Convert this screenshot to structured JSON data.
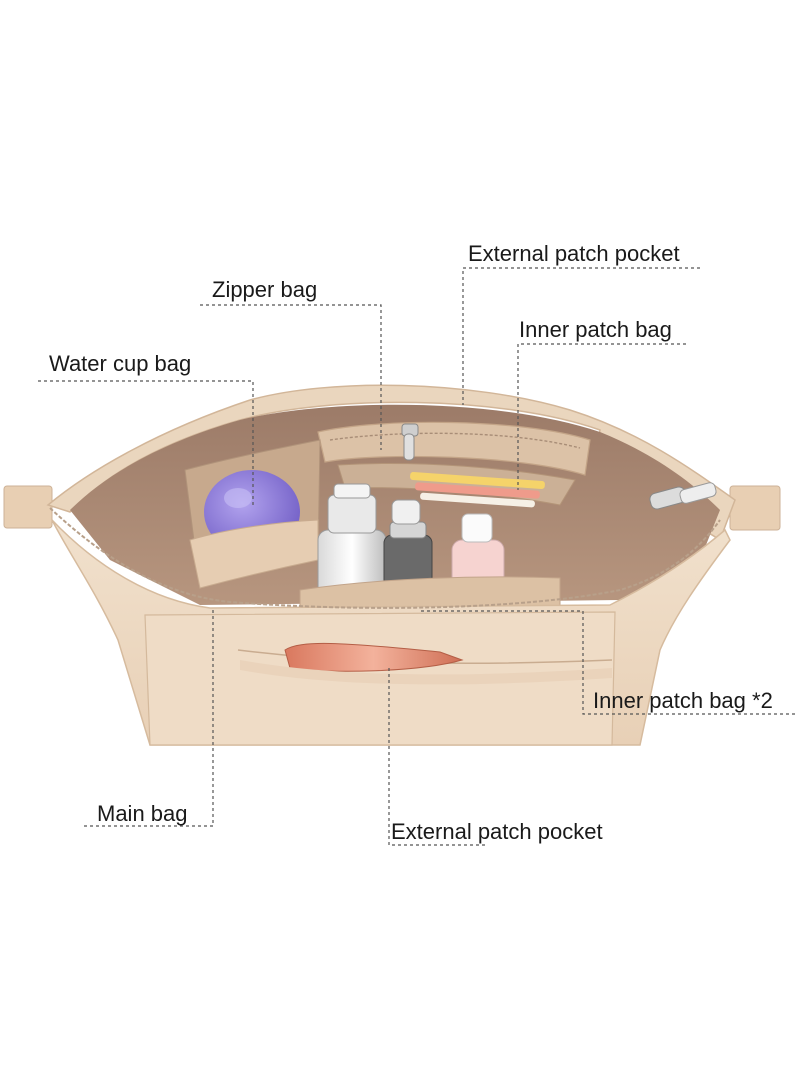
{
  "labels": {
    "external_patch_pocket_top": "External patch pocket",
    "zipper_bag": "Zipper bag",
    "inner_patch_bag": "Inner patch bag",
    "water_cup_bag": "Water cup bag",
    "inner_patch_bag_x2": "Inner patch bag *2",
    "main_bag": "Main bag",
    "external_patch_pocket_bottom": "External patch pocket"
  },
  "colors": {
    "felt_light": "#efdcc6",
    "felt_mid": "#e3c7aa",
    "felt_dark": "#b99b82",
    "interior": "#ab8a76",
    "leader_line": "#555555",
    "cup": "#8c78d8",
    "phone": "#e0896e"
  }
}
